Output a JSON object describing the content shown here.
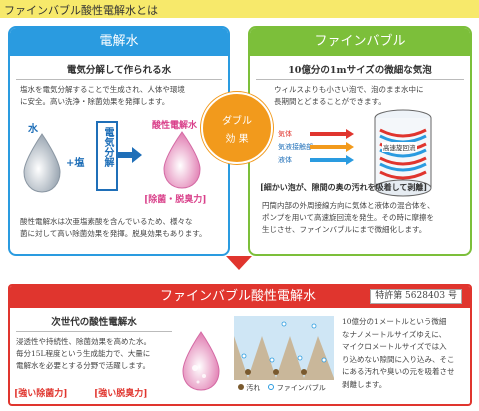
{
  "page": {
    "title": "ファインバブル酸性電解水とは"
  },
  "left_panel": {
    "header": "電解水",
    "subhead": "電気分解して作られる水",
    "intro_lines": [
      "塩水を電気分解することで生成され、人体や環境",
      "に安全。高い洗浄・除菌効果を発揮します。"
    ],
    "water_label": "水",
    "salt_label": "+塩",
    "process_label": "電気分解",
    "result_label": "酸性電解水",
    "effect_label": "[除菌・脱臭力]",
    "outro_lines": [
      "酸性電解水は次亜塩素酸を含んでいるため、様々な",
      "菌に対して高い除菌効果を発揮。脱臭効果もあります。"
    ]
  },
  "badge": {
    "line1": "ダブル",
    "line2": "効 果"
  },
  "right_panel": {
    "header": "ファインバブル",
    "subhead": "10億分の1mサイズの微細な気泡",
    "intro_lines": [
      "ウィルスよりも小さい泡で、泡のまま水中に",
      "長期間とどまることができます。"
    ],
    "legend": [
      "気体",
      "気液接触部",
      "液体"
    ],
    "device_label": "高速旋回流",
    "caption": "[細かい泡が、隙間の奥の汚れを吸着して剥離]",
    "outro_lines": [
      "円筒内部の外周接線方向に気体と液体の混合体を、",
      "ポンプを用いて高速旋回流を発生。その時に摩擦を",
      "生じさせ、ファインバブルにまで微細化します。"
    ]
  },
  "bottom_panel": {
    "header": "ファインバブル酸性電解水",
    "patent": "特許第 5628403 号",
    "subhead": "次世代の酸性電解水",
    "body_lines": [
      "浸透性や持続性、除菌効果を高めた水。",
      "毎分15L程度という生成能力で、大量に",
      "電解水を必要とする分野で活躍します。"
    ],
    "label1": "[強い除菌力]",
    "label2": "[強い脱臭力]",
    "legend_dirt": "汚れ",
    "legend_bubble": "ファインバブル",
    "right_lines": [
      "10億分の1メートルという微細",
      "なナノメートルサイズゆえに、",
      "マイクロメートルサイズでは入",
      "り込めない隙間に入り込み、そこ",
      "にある汚れや臭いの元を吸着させ",
      "剥離します。"
    ]
  },
  "colors": {
    "blue": "#2a9be0",
    "green": "#7cbf3a",
    "red": "#e0352e",
    "orange": "#f29a1c",
    "yellow": "#f7e96b"
  }
}
